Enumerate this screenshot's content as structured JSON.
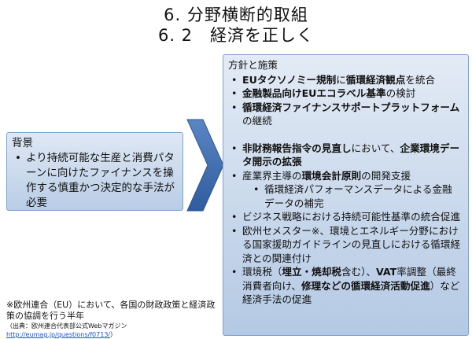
{
  "title": {
    "line1": "6. 分野横断的取組",
    "line2": "6. 2　経済を正しく"
  },
  "background_box": {
    "heading": "背景",
    "bullet": "より持続可能な生産と消費パターンに向けたファイナンスを操作する慎重かつ決定的な手法が必要"
  },
  "main_box": {
    "heading": "方針と施策",
    "items": [
      {
        "b1": "EUタクソノミー規制",
        "t1": "に",
        "b2": "循環経済観点",
        "t2": "を統合"
      },
      {
        "b1": "金融製品向けEUエコラベル基準",
        "t1": "の検討"
      },
      {
        "b1": "循環経済ファイナンスサポートプラットフォーム",
        "t1": "の継続"
      },
      {
        "b1": "非財務報告指令の見直し",
        "t1": "において、",
        "b2": "企業環境データ開示の拡張",
        "t2": ""
      },
      {
        "t0": "産業界主導の",
        "b1": "環境会計原則",
        "t1": "の開発支援"
      },
      {
        "t0": "循環経済パフォーマンスデータによる金融データの補完"
      },
      {
        "t0": "ビジネス戦略における持続可能性基準の統合促進"
      },
      {
        "t0": "欧州セメスター※、環境とエネルギー分野における国家援助ガイドラインの見直しにおける循環経済との関連付け"
      },
      {
        "t0": "環境税（",
        "b1": "埋立・焼却税",
        "t1": "含む）、",
        "b2": "VAT",
        "t2": "率調整（最終消費者向け、",
        "b3": "修理などの循環経済活動促進",
        "t3": "）など経済手法の促進"
      }
    ]
  },
  "note": {
    "text": "※欧州連合（EU）において、各国の財政政策と経済政策の協調を行う半年",
    "source_prefix": "（出典：欧州連合代表部公式Webマガジン",
    "source_link": "http://eumag.jp/questions/f0713/",
    "source_suffix": "）"
  }
}
